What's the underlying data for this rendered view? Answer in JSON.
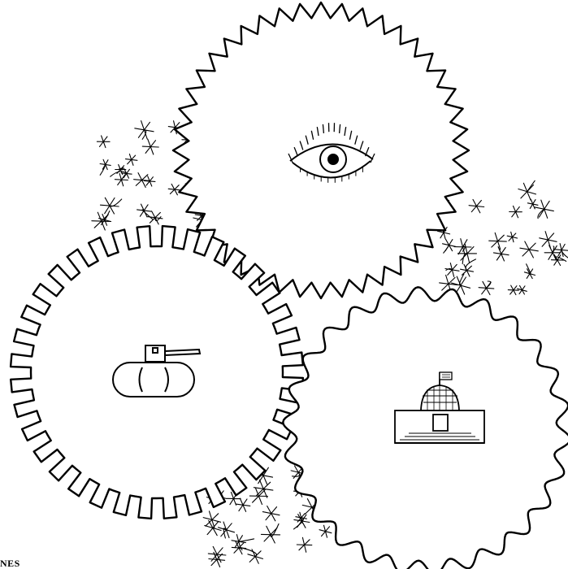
{
  "caption": "NES",
  "colors": {
    "ink": "#000000",
    "paper": "#ffffff"
  },
  "gears": [
    {
      "name": "top-gear-sharp-teeth",
      "icon": "eye-icon"
    },
    {
      "name": "left-gear-square-teeth",
      "icon": "tank-icon"
    },
    {
      "name": "right-gear-wavy-teeth",
      "icon": "capitol-building-icon"
    }
  ]
}
